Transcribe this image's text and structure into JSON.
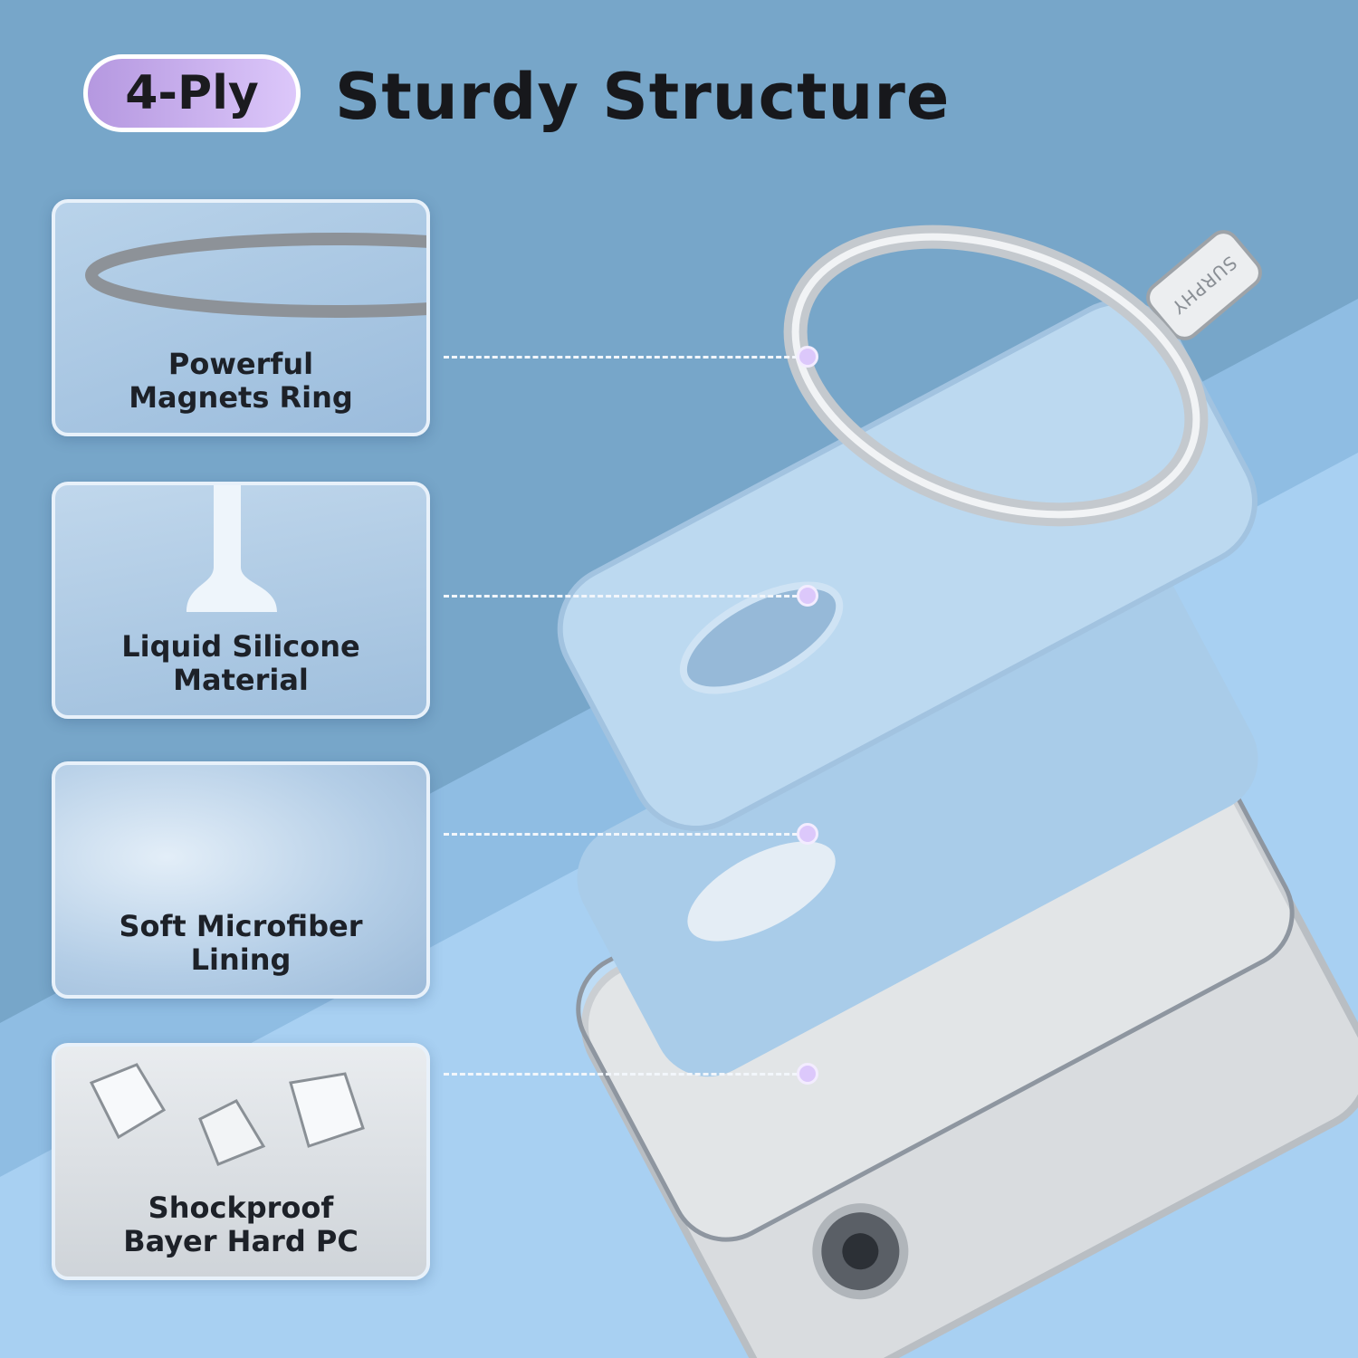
{
  "badge": "4-Ply",
  "title": "Sturdy Structure",
  "brand": "SURPHY",
  "layers": [
    {
      "line1": "Powerful",
      "line2": "Magnets Ring"
    },
    {
      "line1": "Liquid Silicone",
      "line2": "Material"
    },
    {
      "line1": "Soft Microfiber",
      "line2": "Lining"
    },
    {
      "line1": "Shockproof",
      "line2": "Bayer Hard PC"
    }
  ],
  "colors": {
    "background": "#77a6c9",
    "accent": "#dcc8fb",
    "case": "#bcd9f0"
  }
}
